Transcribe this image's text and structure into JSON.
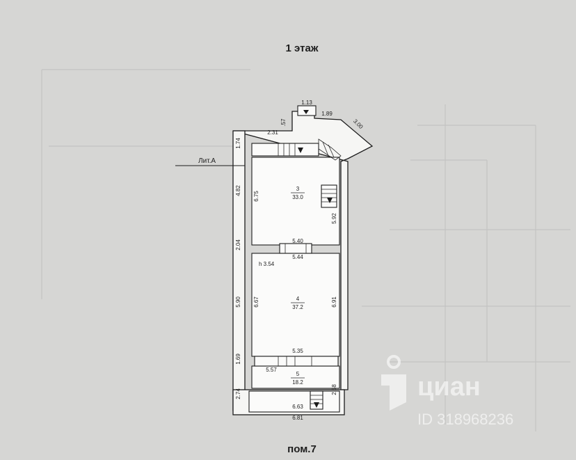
{
  "plan": {
    "title": "1 этаж",
    "caption": "пом.7",
    "lit_label": "Лит.А",
    "rooms": [
      {
        "number": "3",
        "area": "33.0"
      },
      {
        "number": "4",
        "area": "37.2"
      },
      {
        "number": "5",
        "area": "18.2"
      }
    ],
    "ceiling_height": "h 3.54",
    "dimensions": {
      "d_113": "1.13",
      "d_189": "1.89",
      "d_300": "3.00",
      "d_231": "2.31",
      "d_57": ".57",
      "d_174": "1.74",
      "d_482": "4.82",
      "d_675": "6.75",
      "d_592": "5.92",
      "d_540": "5.40",
      "d_544": "5.44",
      "d_204": "2.04",
      "d_590": "5.90",
      "d_667": "6.67",
      "d_691": "6.91",
      "d_535": "5.35",
      "d_169": "1.69",
      "d_557": "5.57",
      "d_274": "2.74",
      "d_258": "2.58",
      "d_663": "6.63",
      "d_681": "6.81"
    }
  },
  "watermark": {
    "brand": "циан",
    "id_text": "ID 318968236"
  }
}
